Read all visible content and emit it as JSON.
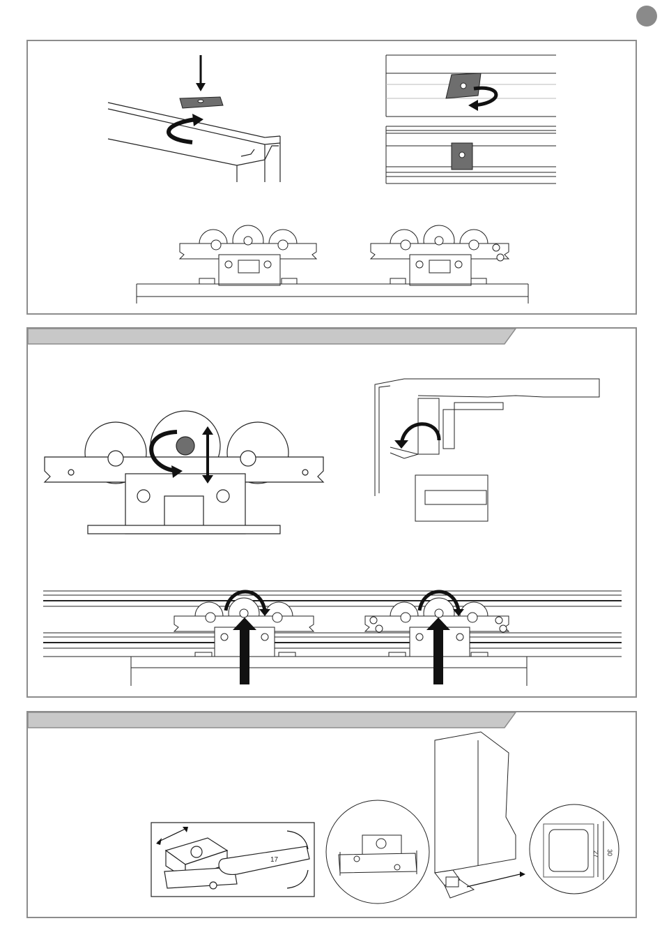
{
  "page": {
    "sections": [
      {
        "id": "step-1",
        "header_tab": false
      },
      {
        "id": "step-2",
        "header_tab": true
      },
      {
        "id": "step-3",
        "header_tab": true
      }
    ]
  },
  "detail_labels": {
    "wrench_size": "17",
    "profile_height": "30",
    "profile_width": "27"
  },
  "colors": {
    "frame": "#8c8c8c",
    "tab_fill": "#c8c8c8",
    "part_fill": "#6e6e6e",
    "line": "#222222",
    "page_dot": "#8a8a8a"
  }
}
